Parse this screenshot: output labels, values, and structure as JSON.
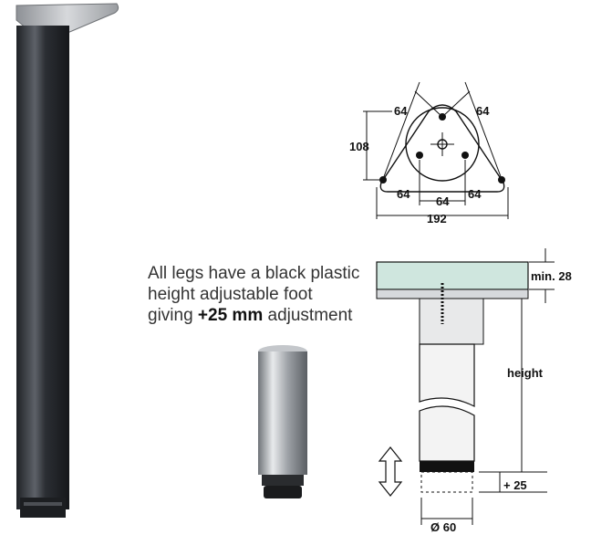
{
  "caption": {
    "line1": "All legs have a black plastic height adjustable foot giving ",
    "highlight": "+25 mm",
    "line2": " adjustment"
  },
  "plate_dims": {
    "d64_top_left": "64",
    "d64_top_right": "64",
    "d108": "108",
    "d64_bot_left": "64",
    "d64_bot_mid": "64",
    "d64_bot_right": "64",
    "d192": "192"
  },
  "side_dims": {
    "min": "min. 28",
    "height": "height",
    "adjust": "+ 25",
    "diameter": "Ø 60"
  },
  "colors": {
    "leg": "#3a3d42",
    "plate": "#a9acb0",
    "glass": "#cfe6de",
    "line": "#111111"
  }
}
